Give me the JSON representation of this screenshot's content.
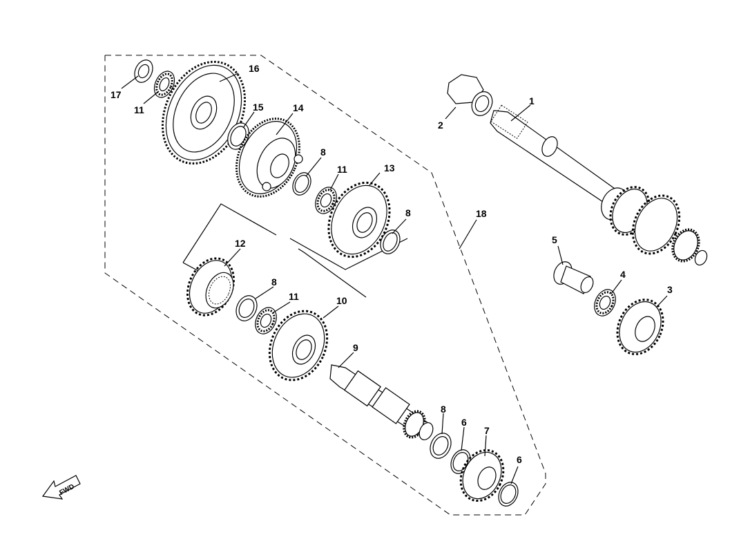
{
  "callouts": [
    {
      "id": "c17",
      "text": "17"
    },
    {
      "id": "c11a",
      "text": "11"
    },
    {
      "id": "c16",
      "text": "16"
    },
    {
      "id": "c15",
      "text": "15"
    },
    {
      "id": "c14",
      "text": "14"
    },
    {
      "id": "c8a",
      "text": "8"
    },
    {
      "id": "c11b",
      "text": "11"
    },
    {
      "id": "c13",
      "text": "13"
    },
    {
      "id": "c8b",
      "text": "8"
    },
    {
      "id": "c12",
      "text": "12"
    },
    {
      "id": "c8c",
      "text": "8"
    },
    {
      "id": "c11c",
      "text": "11"
    },
    {
      "id": "c10",
      "text": "10"
    },
    {
      "id": "c9",
      "text": "9"
    },
    {
      "id": "c8d",
      "text": "8"
    },
    {
      "id": "c6a",
      "text": "6"
    },
    {
      "id": "c7",
      "text": "7"
    },
    {
      "id": "c6b",
      "text": "6"
    },
    {
      "id": "c1",
      "text": "1"
    },
    {
      "id": "c2",
      "text": "2"
    },
    {
      "id": "c18",
      "text": "18"
    },
    {
      "id": "c5",
      "text": "5"
    },
    {
      "id": "c4",
      "text": "4"
    },
    {
      "id": "c3",
      "text": "3"
    }
  ],
  "fwd_label": "FWD",
  "icons": {
    "direction": "fwd-arrow-icon"
  }
}
